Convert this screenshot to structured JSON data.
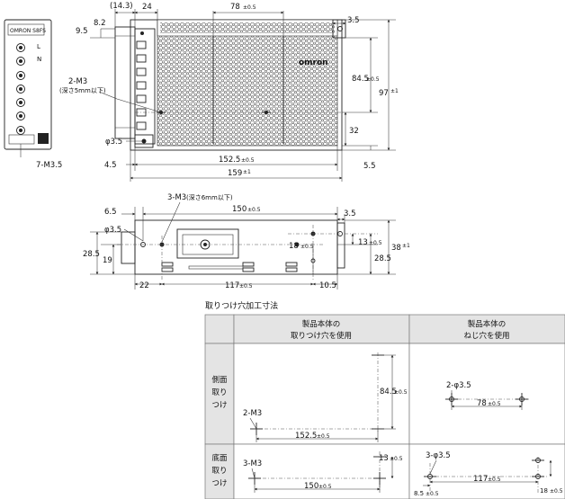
{
  "top_view": {
    "dims": {
      "d_14_3": "(14.3)",
      "d_24": "24",
      "d_78": "78",
      "d_78_tol": "±0.5",
      "d_3_5": "3.5",
      "d_9_5": "9.5",
      "d_8_2": "8.2",
      "d_84_5": "84.5",
      "d_84_5_tol": "±0.5",
      "d_97": "97",
      "d_97_tol": "±1",
      "d_32": "32",
      "d_5_5": "5.5",
      "d_4_5": "4.5",
      "d_152_5": "152.5",
      "d_152_5_tol": "±0.5",
      "d_159": "159",
      "d_159_tol": "±1",
      "phi_3_5": "φ3.5"
    },
    "labels": {
      "m3_2": "2-M3",
      "m3_2_depth": "(深さ5mm以下)",
      "terminal_7": "7-M3.5",
      "brand": "omron",
      "term_l": "L",
      "term_n": "N"
    }
  },
  "side_view": {
    "dims": {
      "d_6_5": "6.5",
      "d_150": "150",
      "d_150_tol": "±0.5",
      "d_3_5": "3.5",
      "phi_3_5": "φ3.5",
      "d_18": "18",
      "d_18_tol": "±0.5",
      "d_13": "13",
      "d_13_tol": "±0.5",
      "d_38": "38",
      "d_38_tol": "±1",
      "d_28_5_left": "28.5",
      "d_19": "19",
      "d_28_5_right": "28.5",
      "d_22": "22",
      "d_117": "117",
      "d_117_tol": "±0.5",
      "d_10_5": "10.5"
    },
    "labels": {
      "m3_3": "3-M3",
      "m3_3_depth": "(深さ6mm以下)"
    }
  },
  "table": {
    "title": "取りつけ穴加工寸法",
    "col1_line1": "製品本体の",
    "col1_line2": "取りつけ穴を使用",
    "col2_line1": "製品本体の",
    "col2_line2": "ねじ穴を使用",
    "row1_label": [
      "側面",
      "取り",
      "つけ"
    ],
    "row2_label": [
      "底面",
      "取り",
      "つけ"
    ],
    "r1c1": {
      "m3": "2-M3",
      "d_84_5": "84.5",
      "d_84_5_tol": "±0.5",
      "d_152_5": "152.5",
      "d_152_5_tol": "±0.5"
    },
    "r1c2": {
      "phi": "2-φ3.5",
      "d_78": "78",
      "d_78_tol": "±0.5"
    },
    "r2c1": {
      "m3": "3-M3",
      "d_13": "13",
      "d_13_tol": "±0.5",
      "d_150": "150",
      "d_150_tol": "±0.5"
    },
    "r2c2": {
      "phi": "3-φ3.5",
      "d_117": "117",
      "d_117_tol": "±0.5",
      "d_8_5": "8.5",
      "d_8_5_tol": "±0.5",
      "d_18": "18",
      "d_18_tol": "±0.5"
    }
  }
}
